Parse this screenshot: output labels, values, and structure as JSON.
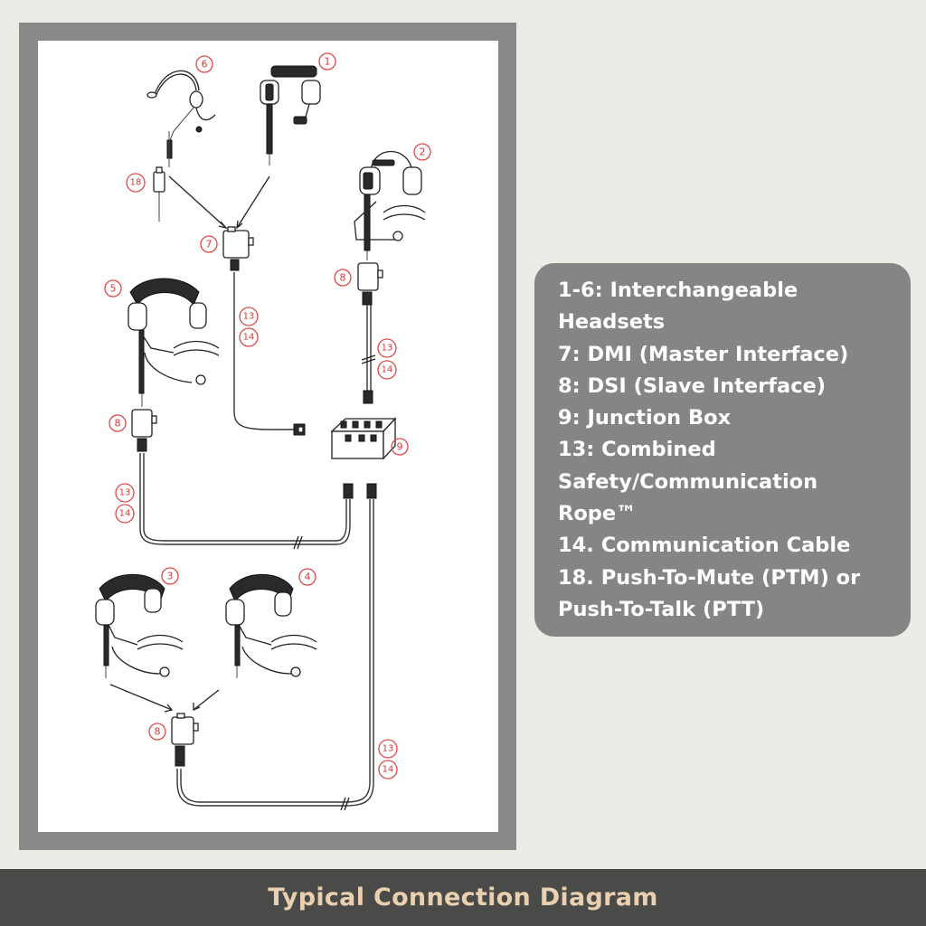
{
  "diagram": {
    "callouts": [
      "6",
      "1",
      "18",
      "2",
      "7",
      "8",
      "5",
      "13",
      "14",
      "13",
      "14",
      "8",
      "9",
      "13",
      "14",
      "3",
      "4",
      "8",
      "13",
      "14"
    ]
  },
  "legend": {
    "lines": [
      "1-6: Interchangeable",
      "Headsets",
      "7: DMI (Master Interface)",
      "8: DSI (Slave Interface)",
      "9: Junction Box",
      "13: Combined",
      "Safety/Communication",
      "Rope™",
      "14. Communication Cable",
      "18. Push-To-Mute (PTM) or",
      "Push-To-Talk (PTT)"
    ]
  },
  "footer": {
    "title": "Typical Connection Diagram"
  },
  "colors": {
    "background": "#ecebe5",
    "frame": "#898989",
    "legend_panel": "#858585",
    "footer_bar": "#4a4a49",
    "footer_text": "#e9d0b0",
    "callout": "#e04848"
  }
}
